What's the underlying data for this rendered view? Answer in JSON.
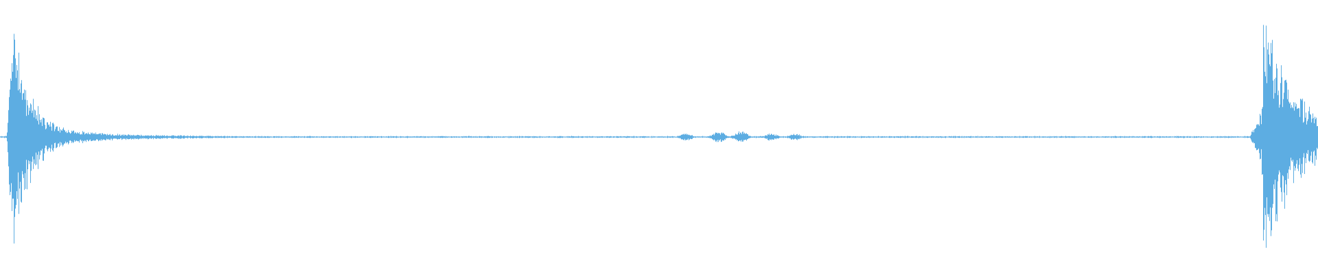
{
  "waveform": {
    "color": "#5dade2",
    "background": "#ffffff",
    "events": [
      {
        "name": "onset-burst",
        "time_fraction": 0.009,
        "peak_amplitude": 0.9,
        "decay": "fast"
      },
      {
        "name": "echo-cluster-1",
        "time_fraction": 0.52,
        "peak_amplitude": 0.03
      },
      {
        "name": "echo-cluster-2",
        "time_fraction": 0.545,
        "peak_amplitude": 0.045
      },
      {
        "name": "echo-cluster-3",
        "time_fraction": 0.562,
        "peak_amplitude": 0.045
      },
      {
        "name": "echo-cluster-4",
        "time_fraction": 0.585,
        "peak_amplitude": 0.03
      },
      {
        "name": "echo-cluster-5",
        "time_fraction": 0.603,
        "peak_amplitude": 0.025
      },
      {
        "name": "end-burst",
        "time_fraction": 0.958,
        "peak_amplitude": 0.97,
        "decay": "medium"
      }
    ]
  }
}
